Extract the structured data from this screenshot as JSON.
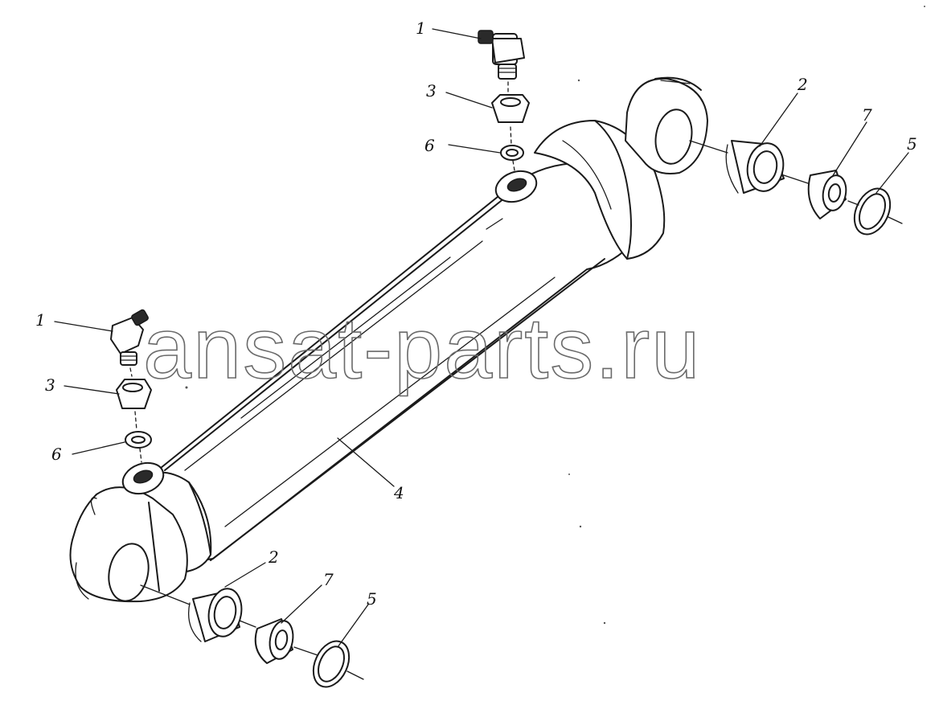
{
  "callouts": {
    "c1_top": "1",
    "c3_top": "3",
    "c6_top": "6",
    "c2_right": "2",
    "c7_right": "7",
    "c5_right": "5",
    "c1_left": "1",
    "c3_left": "3",
    "c6_left": "6",
    "c4_body": "4",
    "c2_bottom": "2",
    "c7_bottom": "7",
    "c5_bottom": "5"
  },
  "watermark": "ansat-parts.ru"
}
